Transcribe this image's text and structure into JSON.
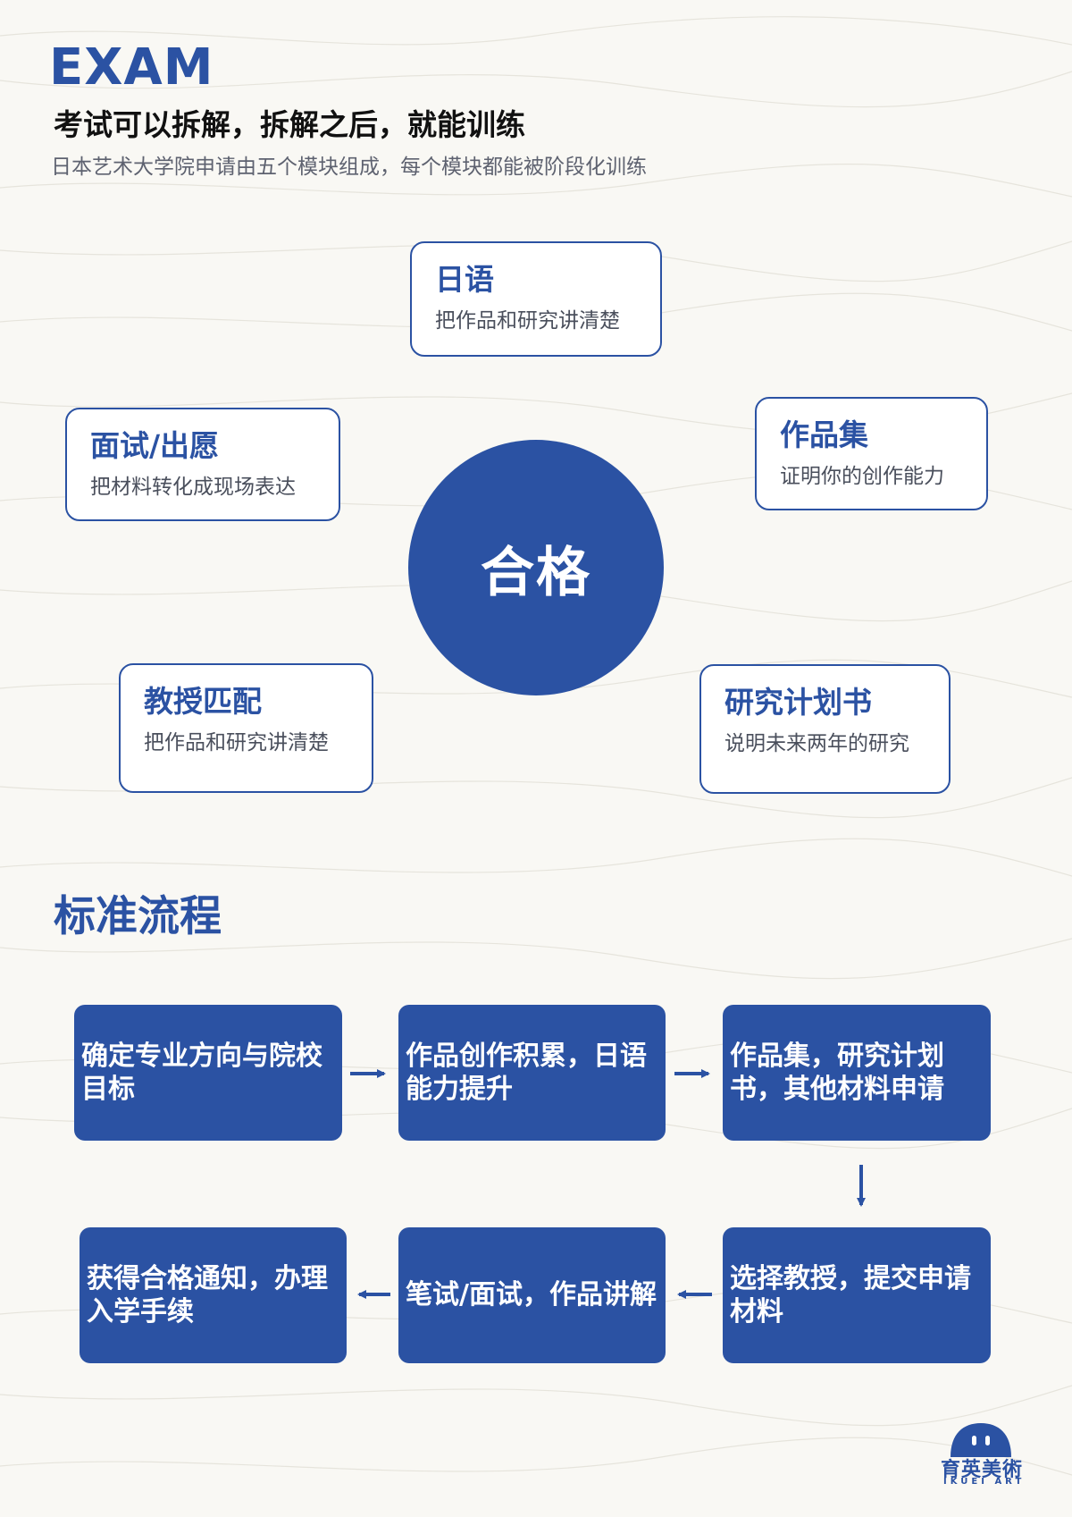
{
  "header": {
    "brand": "EXAM",
    "headline": "考试可以拆解，拆解之后，就能训练",
    "subline": "日本艺术大学院申请由五个模块组成，每个模块都能被阶段化训练"
  },
  "center_label": "合格",
  "modules": [
    {
      "title": "日语",
      "subtitle": "把作品和研究讲清楚"
    },
    {
      "title": "面试/出愿",
      "subtitle": "把材料转化成现场表达"
    },
    {
      "title": "作品集",
      "subtitle": "证明你的创作能力"
    },
    {
      "title": "教授匹配",
      "subtitle": "把作品和研究讲清楚"
    },
    {
      "title": "研究计划书",
      "subtitle": "说明未来两年的研究"
    }
  ],
  "process": {
    "title": "标准流程",
    "steps": [
      "确定专业方向与院校目标",
      "作品创作积累，日语能力提升",
      "作品集，研究计划书，其他材料申请",
      "选择教授，提交申请材料",
      "笔试/面试，作品讲解",
      "获得合格通知，办理入学手续"
    ]
  },
  "logo": {
    "name_cn": "育英美術",
    "name_en": "IKUEI ART"
  },
  "colors": {
    "primary": "#2b52a3",
    "background": "#f9f8f4"
  }
}
